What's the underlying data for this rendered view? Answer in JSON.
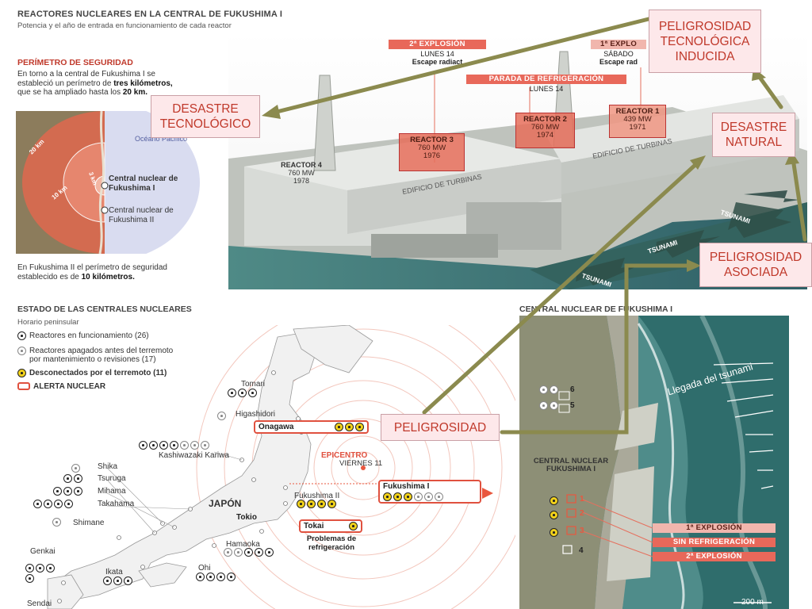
{
  "header": {
    "title": "REACTORES NUCLEARES EN LA CENTRAL DE FUKUSHIMA I",
    "subtitle": "Potencia y el año de entrada en funcionamiento de cada reactor"
  },
  "perimeter": {
    "title": "PERÍMETRO DE SEGURIDAD",
    "text1": "En torno a la central de Fukushima I se estableció un perímetro de",
    "text1b": "tres kilómetros,",
    "text1c": "que se ha ampliado hasta los",
    "text1d": "20 km.",
    "ocean": "Océano Pacífico",
    "km20": "20 km",
    "km10": "10 km",
    "km3": "3 km",
    "plant1": "Central nuclear de Fukushima I",
    "plant2": "Central nuclear de Fukushima II",
    "text2": "En Fukushima II el perímetro de seguridad establecido es de",
    "text2b": "10 kilómetros."
  },
  "concepts": {
    "desastre_tec": "DESASTRE\nTECNOLÓGICO",
    "pelig_tec": "PELIGROSIDAD\nTECNOLÓGICA\nINDUCIDA",
    "desastre_nat": "DESASTRE\nNATURAL",
    "pelig_asoc": "PELIGROSIDAD\nASOCIADA",
    "pelig": "PELIGROSIDAD"
  },
  "aerial": {
    "exp2": "2ª EXPLOSIÓN",
    "exp2_day": "LUNES 14",
    "exp2_note": "Escape radiact",
    "exp1": "1ª EXPLO",
    "exp1_day": "SÁBADO",
    "exp1_note": "Escape rad",
    "cooling": "PARADA DE REFRIGERACIÓN",
    "cooling_day": "LUNES 14",
    "r4": "REACTOR 4",
    "r4_mw": "760 MW",
    "r4_y": "1978",
    "r3": "REACTOR 3",
    "r3_mw": "760 MW",
    "r3_y": "1976",
    "r2": "REACTOR 2",
    "r2_mw": "760 MW",
    "r2_y": "1974",
    "r1": "REACTOR 1",
    "r1_mw": "439 MW",
    "r1_y": "1971",
    "turb1": "EDIFICIO DE TURBINAS",
    "turb2": "EDIFICIO DE TURBINAS",
    "tsunami": "TSUNAMI"
  },
  "status": {
    "title": "ESTADO DE LAS CENTRALES NUCLEARES",
    "subtitle": "Horario peninsular",
    "legend": [
      {
        "kind": "on",
        "text": "Reactores en funcionamiento (26)"
      },
      {
        "kind": "off",
        "text": "Reactores apagados antes del terremoto por mantenimiento o revisiones (17)"
      },
      {
        "kind": "dis",
        "text": "Desconectados por el terremoto (11)"
      }
    ],
    "alert": "ALERTA NUCLEAR"
  },
  "map": {
    "country": "JAPÓN",
    "tokio": "Tokio",
    "epicentro": "EPICENTRO",
    "epi_day": "VIERNES 11",
    "tomari": "Tomari",
    "higashidori": "Higashidori",
    "onagawa": "Onagawa",
    "kashiwazaki": "Kashiwazaki Kariwa",
    "shika": "Shika",
    "tsuruga": "Tsuruga",
    "mihama": "Mihama",
    "takahama": "Takahama",
    "shimane": "Shimane",
    "fuku2": "Fukushima II",
    "fuku1": "Fukushima I",
    "tokai": "Tokai",
    "tokai_note": "Problemas de refrigeración",
    "hamaoka": "Hamaoka",
    "genkai": "Genkai",
    "ikata": "Ikata",
    "ohi": "Ohi",
    "sendai": "Sendai"
  },
  "satellite": {
    "title": "CENTRAL NUCLEAR DE FUKUSHIMA I",
    "tsunami": "Llegada del tsunami",
    "plant": "CENTRAL NUCLEAR FUKUSHIMA I",
    "n6": "6",
    "n5": "5",
    "n1": "1",
    "n2": "2",
    "n3": "3",
    "n4": "4",
    "b1": "1ª EXPLOSIÓN",
    "b2": "SIN REFRIGERACIÓN",
    "b3": "2ª EXPLOSIÓN",
    "scale": "200 m"
  }
}
